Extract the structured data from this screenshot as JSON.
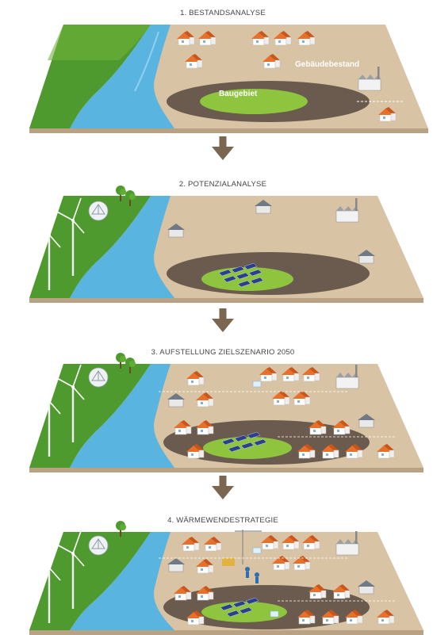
{
  "steps": [
    {
      "title": "1. BESTANDSANALYSE",
      "label_gebaeude": "Gebäudebestand",
      "label_baugebiet": "Baugebiet"
    },
    {
      "title": "2. POTENZIALANALYSE"
    },
    {
      "title": "3. AUFSTELLUNG ZIELSZENARIO 2050"
    },
    {
      "title": "4. WÄRMEWENDESTRATEGIE"
    }
  ],
  "colors": {
    "land": "#d8c3a5",
    "land_edge": "#b9a283",
    "green": "#4f9a2f",
    "green_light": "#8fc43f",
    "river": "#5ab4e0",
    "dark_area": "#6b5a4e",
    "roof": "#e8702a",
    "arrow": "#7a6651"
  }
}
